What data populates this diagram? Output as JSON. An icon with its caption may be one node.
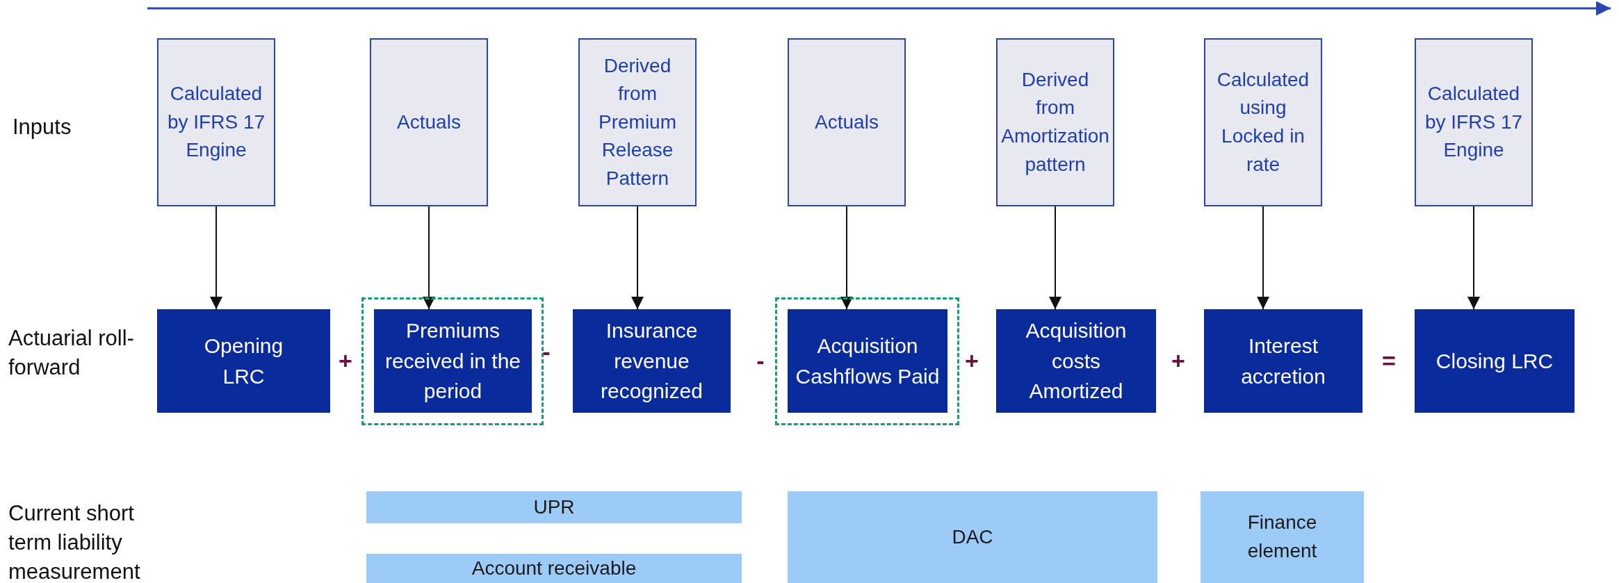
{
  "diagram": {
    "nodes": [
      {
        "text": [
          "Calculated by IFRS 17 Engine"
        ]
      },
      {
        "text": [
          "Actuals"
        ]
      },
      {
        "text": [
          "Derived from Premium Release Pattern"
        ]
      },
      {
        "text": [
          "Actuals"
        ]
      },
      {
        "text": [
          "Derived from Amortization pattern"
        ]
      },
      {
        "text": [
          "Calculated using Locked in rate"
        ]
      },
      {
        "text": [
          "Calculated by IFRS 17 Engine"
        ]
      },
      {
        "text": [
          "Opening LRC"
        ]
      },
      {
        "text": [
          "Premiums received in the period"
        ]
      },
      {
        "text": [
          "Insurance revenue recognized"
        ]
      },
      {
        "text": [
          "Acquisition Cashflows Paid"
        ]
      },
      {
        "text": [
          "Acquisition costs Amortized"
        ]
      },
      {
        "text": [
          "Interest accretion"
        ]
      },
      {
        "text": [
          "Closing LRC"
        ]
      },
      {
        "text": [
          "UPR"
        ]
      },
      {
        "text": [
          "Account receivable"
        ]
      },
      {
        "text": [
          "DAC"
        ]
      },
      {
        "text": [
          "Finance element"
        ]
      }
    ],
    "edges": [
      {
        "from": 0,
        "to": 7,
        "arrow": "to"
      },
      {
        "from": 1,
        "to": 8,
        "arrow": "to"
      },
      {
        "from": 2,
        "to": 9,
        "arrow": "to"
      },
      {
        "from": 3,
        "to": 10,
        "arrow": "to"
      },
      {
        "from": 4,
        "to": 11,
        "arrow": "to"
      },
      {
        "from": 5,
        "to": 12,
        "arrow": "to"
      },
      {
        "from": 6,
        "to": 13,
        "arrow": "to"
      }
    ],
    "labels": [
      "Inputs",
      "Actuarial roll-forward",
      "+",
      "-",
      "-",
      "+",
      "+",
      "=",
      "Current short term liability measurement"
    ]
  }
}
